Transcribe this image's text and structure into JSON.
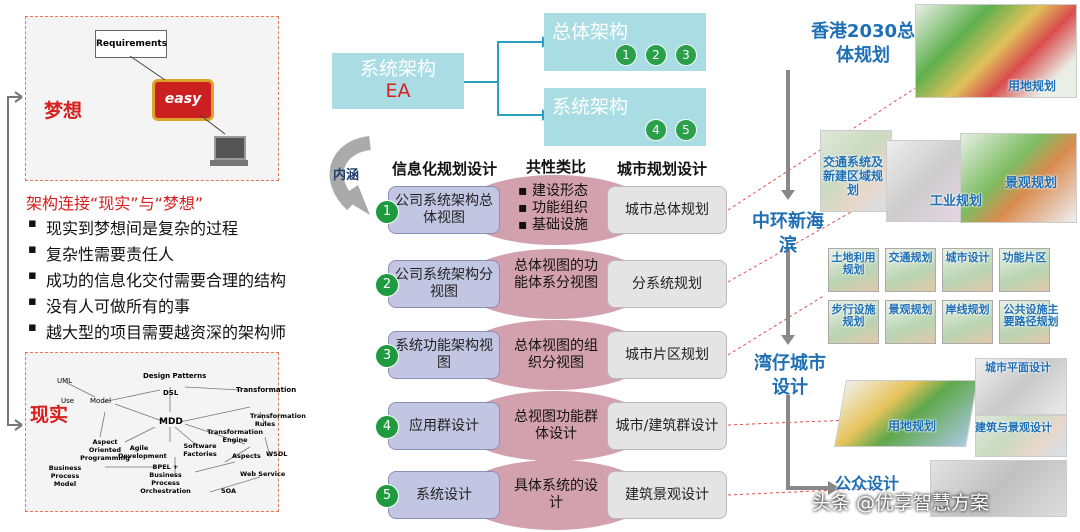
{
  "left": {
    "dream_label": "梦想",
    "reality_label": "现实",
    "requirements": "Requirements",
    "easy": "easy",
    "heading": "架构连接“现实”与“梦想”",
    "bullets": [
      "现实到梦想间是复杂的过程",
      "复杂性需要责任人",
      "成功的信息化交付需要合理的结构",
      "没有人可做所有的事",
      "越大型的项目需要越资深的架构师"
    ],
    "mdd_nodes": {
      "uml": "UML",
      "use": "Use",
      "model": "Model",
      "design_patterns": "Design Patterns",
      "dsl": "DSL",
      "transformation": "Transformation",
      "mdd": "MDD",
      "aop": "Aspect Oriented Programming",
      "agile": "Agile Development",
      "factories": "Software Factories",
      "engine": "Transformation Engine",
      "rules": "Transformation Rules",
      "aspects": "Aspects",
      "wsdl": "WSDL",
      "bpm": "Business Process Model",
      "bpel": "BPEL + Business Process Orchestration",
      "soa": "SOA",
      "ws": "Web Service"
    }
  },
  "top": {
    "system_arch": "系统架构",
    "ea": "EA",
    "overall": "总体架构",
    "overall_nums": [
      "1",
      "2",
      "3"
    ],
    "sysarch": "系统架构",
    "sysarch_nums": [
      "4",
      "5"
    ],
    "neihan": "内涵"
  },
  "table": {
    "headers": [
      "信息化规划设计",
      "共性类比",
      "城市规划设计"
    ],
    "rows": [
      {
        "num": "1",
        "left": "公司系统架构总体视图",
        "mid": [
          "建设形态",
          "功能组织",
          "基础设施"
        ],
        "right": "城市总体规划"
      },
      {
        "num": "2",
        "left": "公司系统架构分视图",
        "mid": "总体视图的功能体系分视图",
        "right": "分系统规划"
      },
      {
        "num": "3",
        "left": "系统功能架构视图",
        "mid": "总体视图的组织分视图",
        "right": "城市片区规划"
      },
      {
        "num": "4",
        "left": "应用群设计",
        "mid": "总视图功能群体设计",
        "right": "城市/建筑群设计"
      },
      {
        "num": "5",
        "left": "系统设计",
        "mid": "具体系统的设计",
        "right": "建筑景观设计"
      }
    ]
  },
  "right": {
    "hk_title": "香港2030总体规划",
    "landuse": "用地规划",
    "traffic": "交通系统及新建区域规划",
    "industrial": "工业规划",
    "landscape": "景观规划",
    "central": "中环新海滨",
    "tiles": [
      "土地利用规划",
      "交通规划",
      "城市设计",
      "功能片区",
      "步行设施规划",
      "景观规划",
      "岸线规划",
      "公共设施主要路径规划"
    ],
    "wanchai": "湾仔城市设计",
    "landuse2": "用地规划",
    "city_plan": "城市平面设计",
    "building_landscape": "建筑与景观设计",
    "pub_design": "公众设计",
    "watermark": "头条 @优享智慧方案"
  },
  "colors": {
    "red": "#d81e1e",
    "teal": "#a9dde3",
    "green": "#1f9a3e",
    "blue": "#1f6fb5",
    "lavender": "#c3c6e3",
    "mauve": "#d3a0ae"
  }
}
